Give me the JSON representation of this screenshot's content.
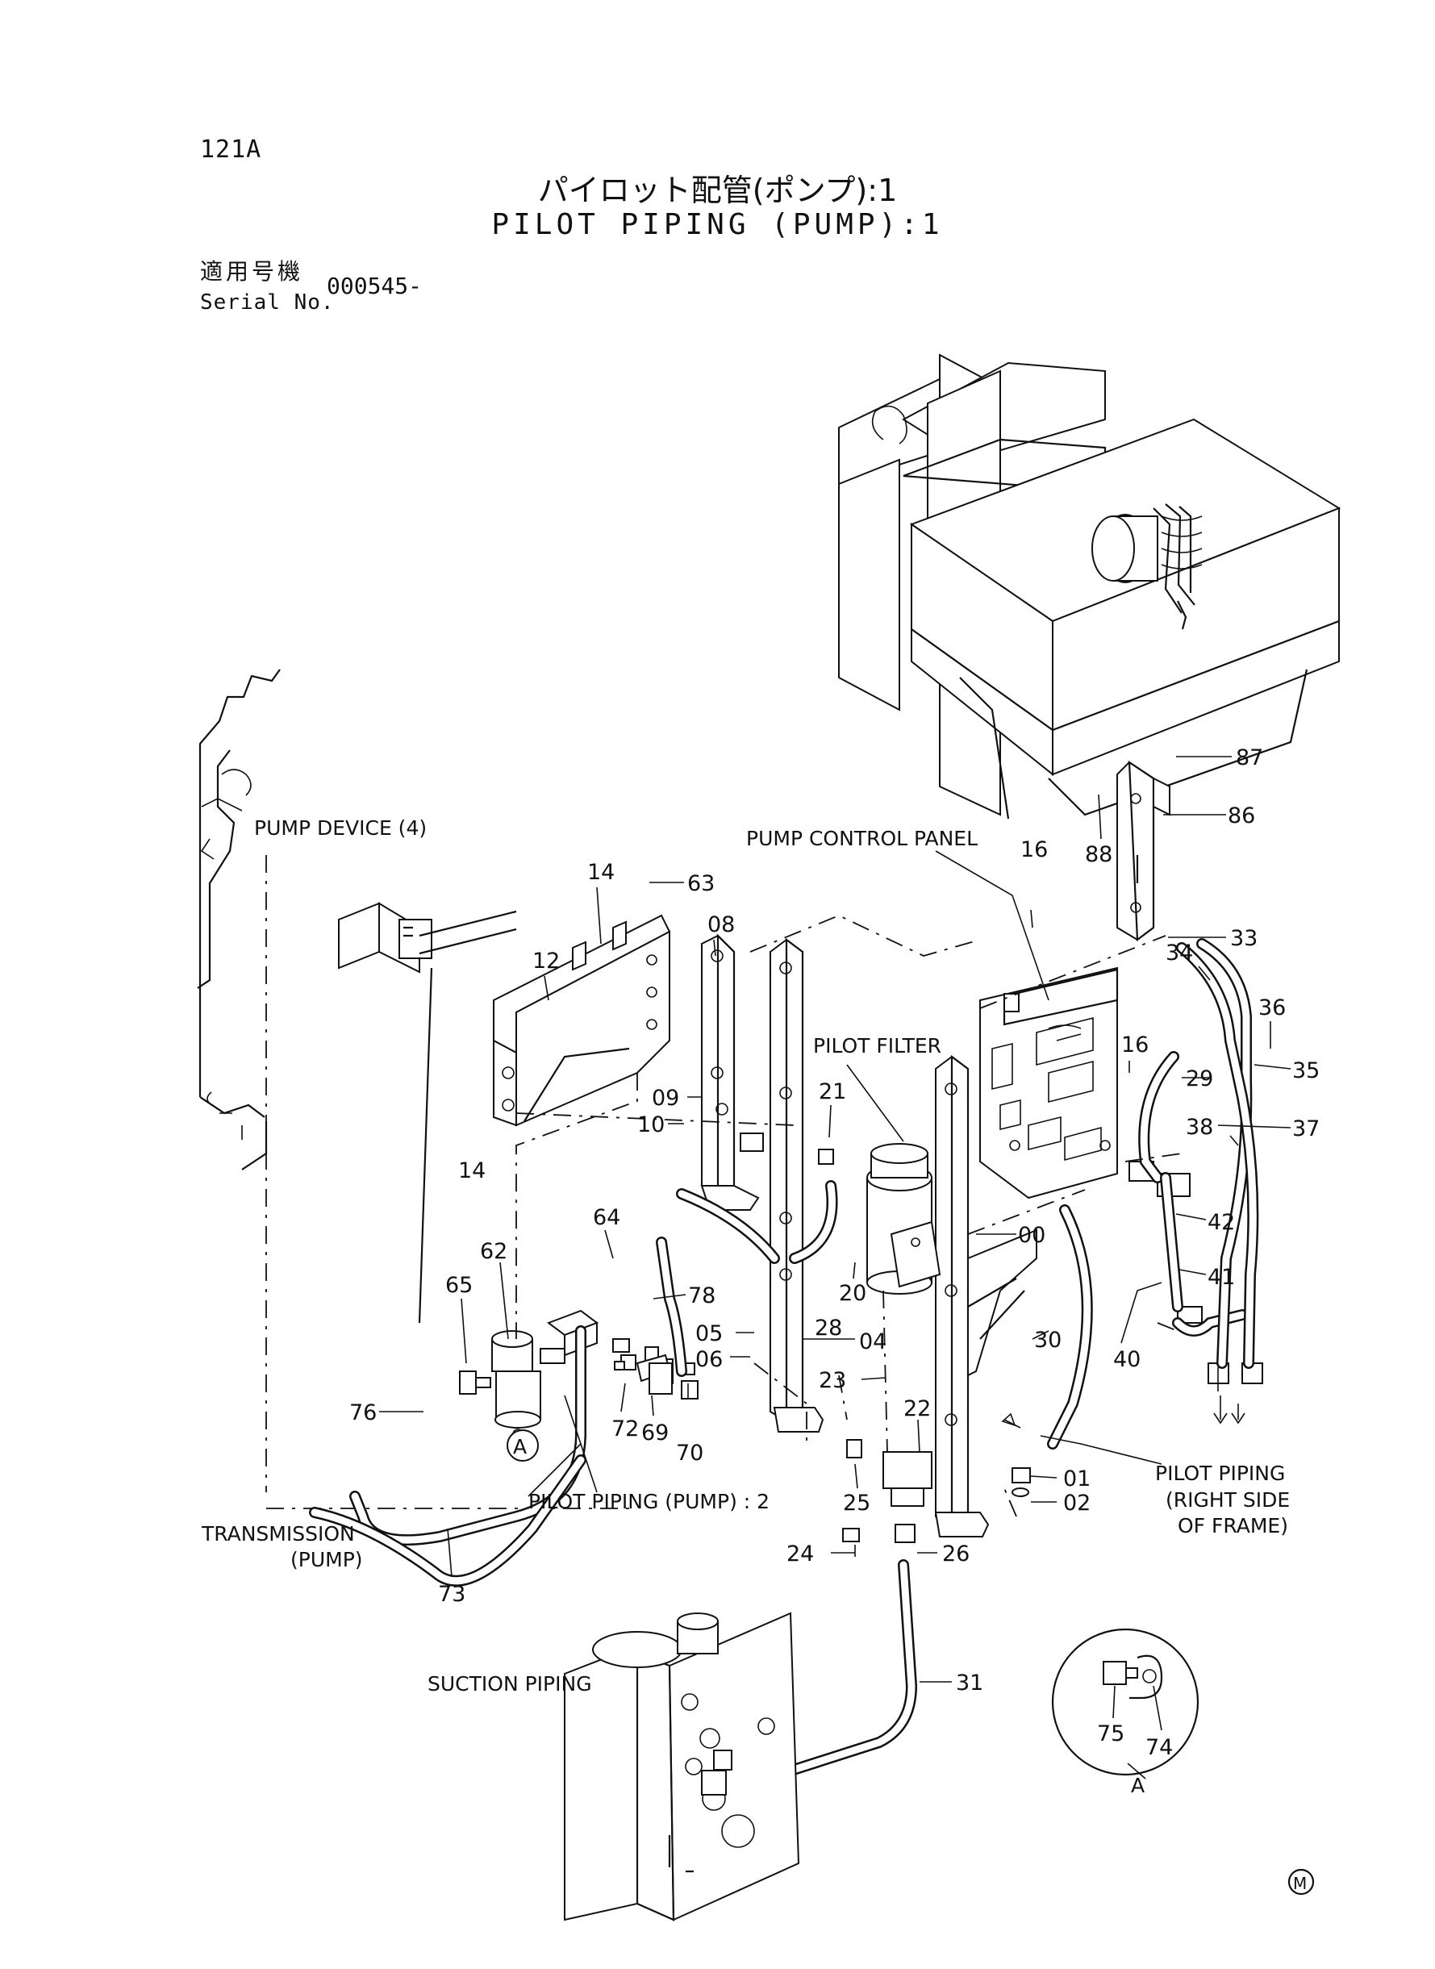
{
  "header": {
    "page_code": "121A",
    "title_jp": "パイロット配管(ポンプ):1",
    "title_en": "PILOT PIPING (PUMP):1",
    "serial_label_jp": "適用号機",
    "serial_label_en": "Serial No.",
    "serial_value": "000545-"
  },
  "labels": {
    "pump_device": "PUMP DEVICE (4)",
    "pump_control_panel": "PUMP CONTROL PANEL",
    "pilot_filter": "PILOT FILTER",
    "pilot_piping_pump2": "PILOT PIPING (PUMP) : 2",
    "transmission_1": "TRANSMISSION",
    "transmission_2": "(PUMP)",
    "suction_piping": "SUCTION PIPING",
    "pilot_piping_right_1": "PILOT PIPING",
    "pilot_piping_right_2": "(RIGHT SIDE",
    "pilot_piping_right_3": "OF FRAME)",
    "detail_marker": "A",
    "detail_view": "A",
    "logo_mark": "M"
  },
  "parts": {
    "p87": "87",
    "p86": "86",
    "p88": "88",
    "p16a": "16",
    "p16b": "16",
    "p14a": "14",
    "p14b": "14",
    "p63": "63",
    "p08": "08",
    "p12": "12",
    "p33": "33",
    "p34": "34",
    "p36": "36",
    "p35": "35",
    "p29": "29",
    "p37": "37",
    "p38": "38",
    "p09": "09",
    "p10": "10",
    "p21": "21",
    "p00": "00",
    "p42": "42",
    "p41": "41",
    "p64": "64",
    "p62": "62",
    "p65": "65",
    "p78": "78",
    "p20": "20",
    "p28": "28",
    "p05": "05",
    "p06": "06",
    "p04": "04",
    "p23": "23",
    "p30": "30",
    "p40": "40",
    "p76": "76",
    "p72": "72",
    "p69": "69",
    "p70": "70",
    "p22": "22",
    "p01": "01",
    "p02": "02",
    "p25": "25",
    "p73": "73",
    "p24": "24",
    "p26": "26",
    "p31": "31",
    "p75": "75",
    "p74": "74"
  }
}
